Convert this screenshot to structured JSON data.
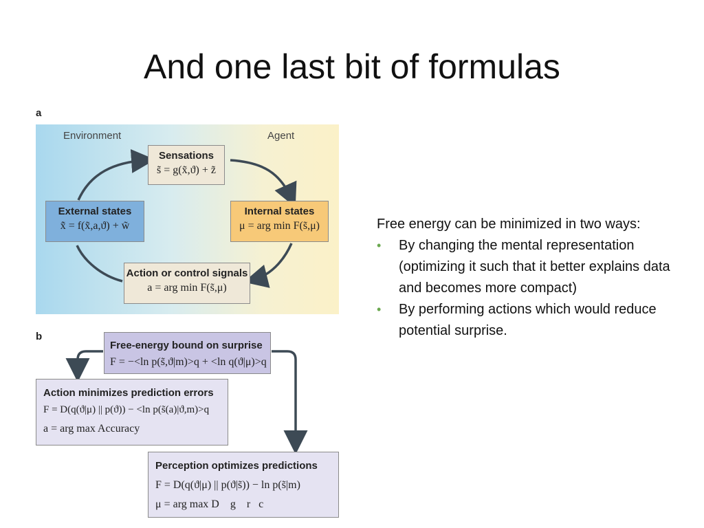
{
  "slide": {
    "title": "And one last bit of formulas"
  },
  "figure": {
    "panel_a": {
      "letter": "a",
      "environment_label": "Environment",
      "agent_label": "Agent",
      "sensations": {
        "title": "Sensations",
        "formula": "s̃ = g(x̃,ϑ) + z̃"
      },
      "external_states": {
        "title": "External states",
        "formula": "x̃̇ = f(x̃,a,ϑ) + w̃"
      },
      "internal_states": {
        "title": "Internal states",
        "formula": "μ = arg min F(s̃,μ)"
      },
      "action": {
        "title": "Action or control signals",
        "formula": "a = arg min F(s̃,μ)"
      },
      "colors": {
        "external": "#7fb0dc",
        "internal": "#f7c978",
        "neutral": "#efe8d8",
        "arrow": "#3d4a55"
      }
    },
    "panel_b": {
      "letter": "b",
      "bound": {
        "title": "Free-energy bound on surprise",
        "formula": "F = −<ln p(s̃,ϑ|m)>q + <ln q(ϑ|μ)>q"
      },
      "action_box": {
        "title": "Action minimizes prediction errors",
        "formula1": "F = D(q(ϑ|μ) || p(ϑ)) − <ln p(s̃(a)|ϑ,m)>q",
        "formula2": "a = arg max Accuracy"
      },
      "perception_box": {
        "title": "Perception optimizes predictions",
        "formula1": "F = D(q(ϑ|μ) || p(ϑ|s̃)) − ln p(s̃|m)",
        "formula2": "μ = arg max D    g    r   c"
      },
      "colors": {
        "header": "#c9c5e4",
        "body": "#e5e3f2"
      }
    }
  },
  "notes": {
    "intro": "Free energy can be minimized in two ways:",
    "bullets": [
      "By changing the mental representation (optimizing it such that it better explains data and becomes more compact)",
      "By performing actions which would reduce potential surprise."
    ],
    "bullet_color": "#6aa84f"
  }
}
